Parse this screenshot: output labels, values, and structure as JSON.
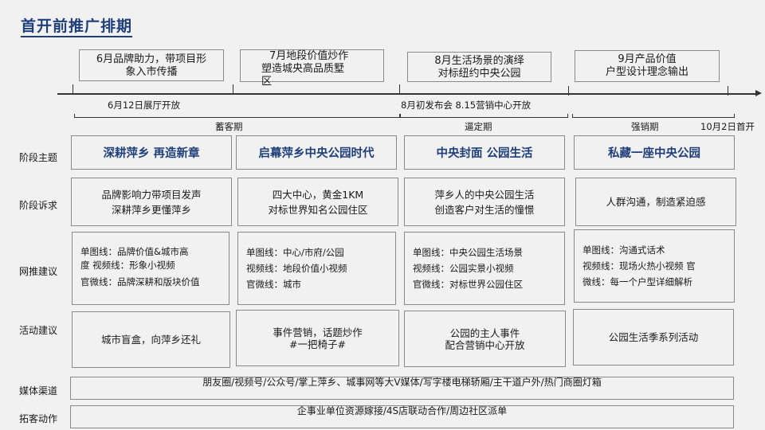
{
  "title": "首开前推广排期",
  "milestones_top": [
    {
      "text": "6月品牌助力，带项目形\n象入市传播"
    },
    {
      "text": "7月地段价值炒作\n塑造城央高品质墅\n区"
    },
    {
      "text": "8月生活场景的演绎\n对标纽约中央公园"
    },
    {
      "text": "9月产品价值\n户型设计理念输出"
    }
  ],
  "timeline": {
    "events": [
      "6月12日展厅开放",
      "8月初发布会  8.15营销中心开放"
    ],
    "phases": [
      "蓄客期",
      "逼定期",
      "强销期"
    ],
    "end_label": "10月2日首开"
  },
  "row_labels": {
    "theme": "阶段主题",
    "plea": "阶段诉求",
    "network": "网推建议",
    "activity": "活动建议",
    "media": "媒体渠道",
    "expansion": "拓客动作"
  },
  "themes": [
    "深耕萍乡  再造新章",
    "启幕萍乡中央公园时代",
    "中央封面  公园生活",
    "私藏一座中央公园"
  ],
  "pleas": [
    [
      "品牌影响力带项目发声",
      "深耕萍乡更懂萍乡"
    ],
    [
      "四大中心，黄金1KM",
      "对标世界知名公园住区"
    ],
    [
      "萍乡人的中央公园生活",
      "创造客户对生活的憧憬"
    ],
    [
      "人群沟通，制造紧迫感"
    ]
  ],
  "network": [
    [
      "单图线：品牌价值&城市高",
      "度 视频线：形象小视频",
      "官微线：品牌深耕和版块价值"
    ],
    [
      "单图线：中心/市府/公园",
      "视频线：地段价值小视频",
      "官微线：城市"
    ],
    [
      "单图线：中央公园生活场景",
      "视频线：公园实景小视频",
      "官微线：对标世界公园住区"
    ],
    [
      "单图线：沟通式话术",
      "视频线：现场火热小视频  官",
      "微线：每一个户型详细解析"
    ]
  ],
  "activities": [
    [
      "城市盲盒，向萍乡还礼"
    ],
    [
      "事件营销，话题炒作",
      "#一把椅子#"
    ],
    [
      "公园的主人事件",
      "配合营销中心开放"
    ],
    [
      "公园生活季系列活动"
    ]
  ],
  "media": "朋友圈/视频号/公众号/掌上萍乡、城事网等大V媒体/写字楼电梯轿厢/主干道户外/热门商圈灯箱",
  "expansion": "企事业单位资源嫁接/4S店联动合作/周边社区派单",
  "colors": {
    "accent": "#1e3f7a",
    "border": "#8a8a8a",
    "background": "#f1f1f1"
  }
}
